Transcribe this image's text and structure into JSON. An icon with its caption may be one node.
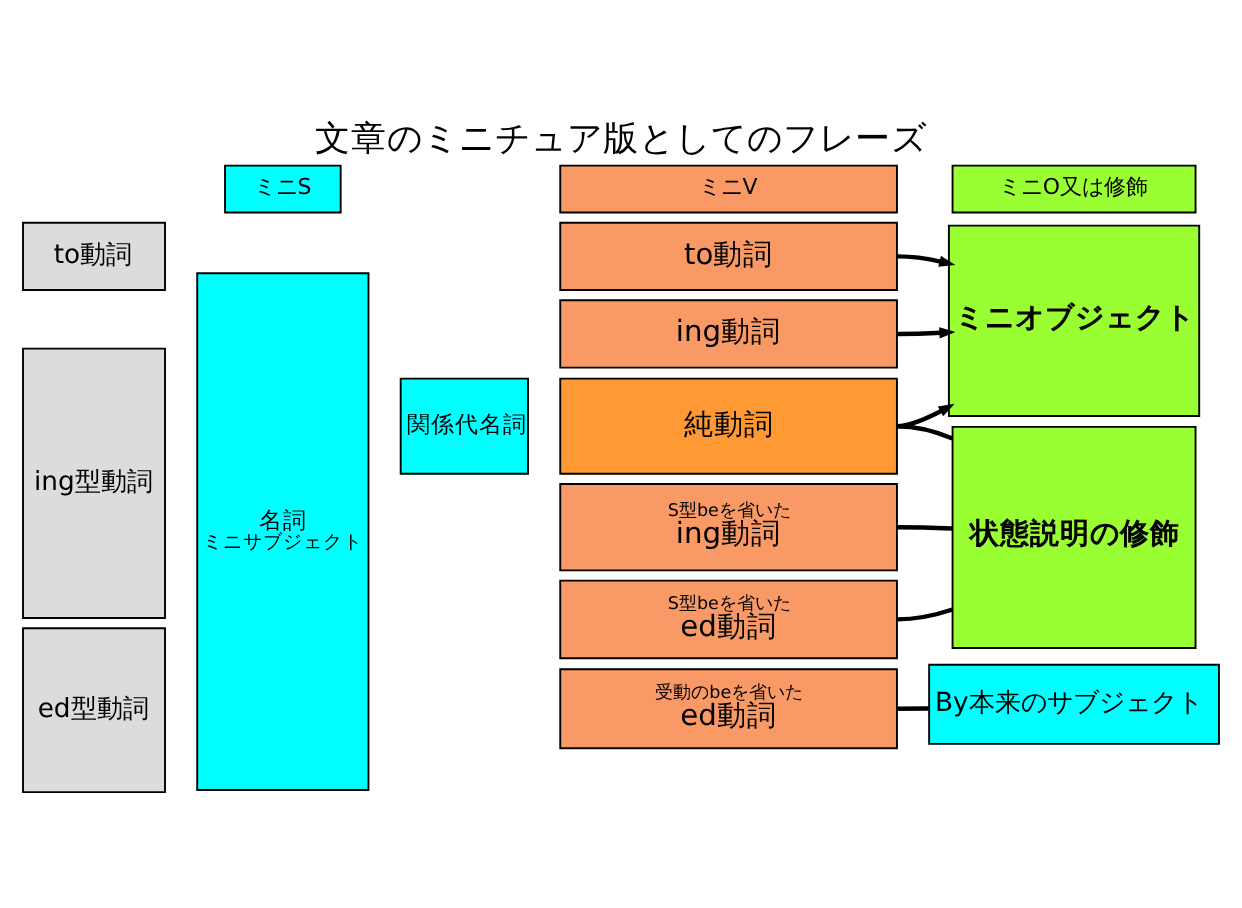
{
  "diagram": {
    "title": "文章のミニチュア版としてのフレーズ",
    "nodes": [
      {
        "text": [
          "ミニS"
        ]
      },
      {
        "text": [
          "ミニV"
        ]
      },
      {
        "text": [
          "ミニO又は修飾"
        ]
      },
      {
        "text": [
          "to動詞"
        ]
      },
      {
        "text": [
          "名詞",
          "ミニサブジェクト"
        ]
      },
      {
        "text": [
          "to動詞"
        ]
      },
      {
        "text": [
          "ミニオブジェクト"
        ]
      },
      {
        "text": [
          "ing型動詞"
        ]
      },
      {
        "text": [
          "ing動詞"
        ]
      },
      {
        "text": [
          "関係代名詞"
        ]
      },
      {
        "text": [
          "純動詞"
        ]
      },
      {
        "text": [
          "状態説明の修飾"
        ]
      },
      {
        "text": [
          "S型beを省いた",
          "ing動詞"
        ]
      },
      {
        "text": [
          "ed型動詞"
        ]
      },
      {
        "text": [
          "S型beを省いた",
          "ed動詞"
        ]
      },
      {
        "text": [
          "受動のbeを省いた",
          "ed動詞"
        ]
      },
      {
        "text": [
          "By本来のサブジェクト"
        ]
      }
    ],
    "edges": [
      {
        "from": 5,
        "to": 6,
        "arrow": "to"
      },
      {
        "from": 8,
        "to": 6,
        "arrow": "to"
      },
      {
        "from": 10,
        "to": 6,
        "arrow": "to"
      },
      {
        "from": 10,
        "to": 11,
        "arrow": "none"
      },
      {
        "from": 12,
        "to": 11,
        "arrow": "none"
      },
      {
        "from": 14,
        "to": 11,
        "arrow": "none"
      },
      {
        "from": 15,
        "to": 16,
        "arrow": "none"
      }
    ]
  }
}
